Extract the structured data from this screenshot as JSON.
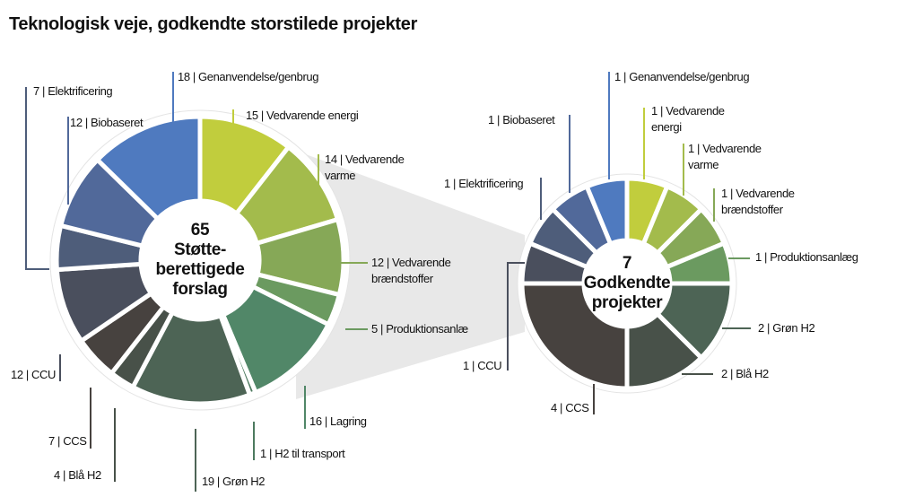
{
  "title": "Teknologisk veje, godkendte storstilede projekter",
  "chart_data": [
    {
      "type": "pie",
      "variant": "donut",
      "center_label": [
        "65",
        "Støtte-",
        "berettigede",
        "forslag"
      ],
      "slices": [
        {
          "label": "Vedvarende energi",
          "value": 15,
          "color": "#c1cd3d",
          "text": [
            "15 | Vedvarende energi"
          ]
        },
        {
          "label": "Vedvarende varme",
          "value": 14,
          "color": "#a3bb4c",
          "text": [
            "14 | Vedvarende",
            "varme"
          ]
        },
        {
          "label": "Vedvarende brændstoffer",
          "value": 12,
          "color": "#86a857",
          "text": [
            "12 | Vedvarende",
            "brændstoffer"
          ]
        },
        {
          "label": "Produktionsanlæ",
          "value": 5,
          "color": "#6b9a60",
          "text": [
            "5 | Produktionsanlæ"
          ]
        },
        {
          "label": "Lagring",
          "value": 16,
          "color": "#518768",
          "text": [
            "16 | Lagring"
          ]
        },
        {
          "label": "H2 til transport",
          "value": 1,
          "color": "#4d7a5f",
          "text": [
            "1 | H2 til transport"
          ]
        },
        {
          "label": "Grøn H2",
          "value": 19,
          "color": "#4d6455",
          "text": [
            "19 | Grøn H2"
          ]
        },
        {
          "label": "Blå H2",
          "value": 4,
          "color": "#485149",
          "text": [
            "4 | Blå H2"
          ]
        },
        {
          "label": "CCS",
          "value": 7,
          "color": "#47423f",
          "text": [
            "7 | CCS"
          ]
        },
        {
          "label": "CCU",
          "value": 12,
          "color": "#4a4f5d",
          "text": [
            "12 | CCU"
          ]
        },
        {
          "label": "Elektrificering",
          "value": 7,
          "color": "#4e5d7a",
          "text": [
            "7 | Elektrificering"
          ]
        },
        {
          "label": "Biobaseret",
          "value": 12,
          "color": "#51699a",
          "text": [
            "12 | Biobaseret"
          ]
        },
        {
          "label": "Genanvendelse/genbrug",
          "value": 18,
          "color": "#4f7abf",
          "text": [
            "18 | Genanvendelse/genbrug"
          ]
        }
      ]
    },
    {
      "type": "pie",
      "variant": "donut",
      "center_label": [
        "7",
        "Godkendte",
        "projekter"
      ],
      "slices": [
        {
          "label": "Vedvarende energi",
          "value": 1,
          "color": "#c1cd3d",
          "text": [
            "1 | Vedvarende",
            "energi"
          ]
        },
        {
          "label": "Vedvarende varme",
          "value": 1,
          "color": "#a3bb4c",
          "text": [
            "1 | Vedvarende",
            "varme"
          ]
        },
        {
          "label": "Vedvarende brændstoffer",
          "value": 1,
          "color": "#86a857",
          "text": [
            "1 | Vedvarende",
            "brændstoffer"
          ]
        },
        {
          "label": "Produktionsanlæg",
          "value": 1,
          "color": "#6b9a60",
          "text": [
            "1 | Produktionsanlæg"
          ]
        },
        {
          "label": "Grøn H2",
          "value": 2,
          "color": "#4d6455",
          "text": [
            "2 | Grøn H2"
          ]
        },
        {
          "label": "Blå H2",
          "value": 2,
          "color": "#485149",
          "text": [
            "2 | Blå H2"
          ]
        },
        {
          "label": "CCS",
          "value": 4,
          "color": "#47423f",
          "text": [
            "4 | CCS"
          ]
        },
        {
          "label": "CCU",
          "value": 1,
          "color": "#4a4f5d",
          "text": [
            "1 | CCU"
          ]
        },
        {
          "label": "Elektrificering",
          "value": 1,
          "color": "#4e5d7a",
          "text": [
            "1 | Elektrificering"
          ]
        },
        {
          "label": "Biobaseret",
          "value": 1,
          "color": "#51699a",
          "text": [
            "1 | Biobaseret"
          ]
        },
        {
          "label": "Genanvendelse/genbrug",
          "value": 1,
          "color": "#4f7abf",
          "text": [
            "1 | Genanvendelse/genbrug"
          ]
        }
      ]
    }
  ]
}
